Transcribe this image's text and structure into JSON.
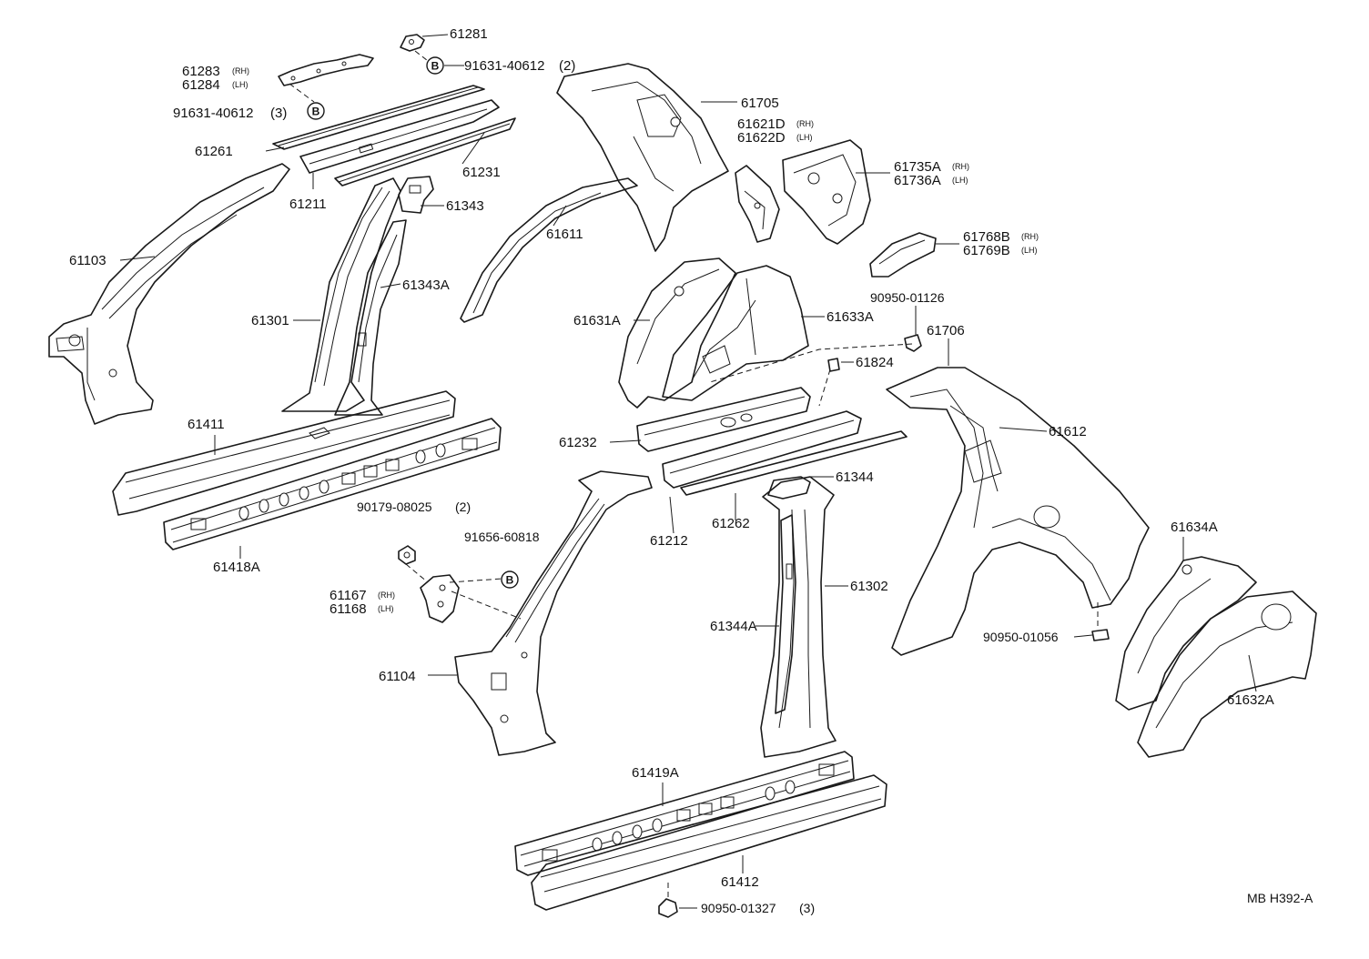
{
  "diagram_code": "MB H392-A",
  "labels": {
    "p61281": "61281",
    "p61283": "61283",
    "p61283_side": "(RH)",
    "p61284": "61284",
    "p61284_side": "(LH)",
    "b1_part": "91631-40612",
    "b1_qty": "(2)",
    "b2_part": "91631-40612",
    "b2_qty": "(3)",
    "p61261": "61261",
    "p61231": "61231",
    "p61211": "61211",
    "p61343": "61343",
    "p61103": "61103",
    "p61343A": "61343A",
    "p61301": "61301",
    "p61411": "61411",
    "p61418A": "61418A",
    "p61705": "61705",
    "p61611": "61611",
    "p61621D": "61621D",
    "p61621D_side": "(RH)",
    "p61622D": "61622D",
    "p61622D_side": "(LH)",
    "p61735A": "61735A",
    "p61735A_side": "(RH)",
    "p61736A": "61736A",
    "p61736A_side": "(LH)",
    "p61768B": "61768B",
    "p61768B_side": "(RH)",
    "p61769B": "61769B",
    "p61769B_side": "(LH)",
    "p61631A": "61631A",
    "p61633A": "61633A",
    "p90950_01126": "90950-01126",
    "p61706": "61706",
    "p61824": "61824",
    "p61612": "61612",
    "p61232": "61232",
    "p61344": "61344",
    "p61262": "61262",
    "p61212": "61212",
    "p90179": "90179-08025",
    "p90179_qty": "(2)",
    "p91656": "91656-60818",
    "p61167": "61167",
    "p61167_side": "(RH)",
    "p61168": "61168",
    "p61168_side": "(LH)",
    "p61302": "61302",
    "p61344A": "61344A",
    "p61104": "61104",
    "p61634A": "61634A",
    "p90950_01056": "90950-01056",
    "p61632A": "61632A",
    "p61419A": "61419A",
    "p61412": "61412",
    "p90950_01327": "90950-01327",
    "p90950_01327_qty": "(3)"
  },
  "badges": {
    "b": "B"
  },
  "colors": {
    "line": "#1a1a1a",
    "background": "#ffffff"
  }
}
